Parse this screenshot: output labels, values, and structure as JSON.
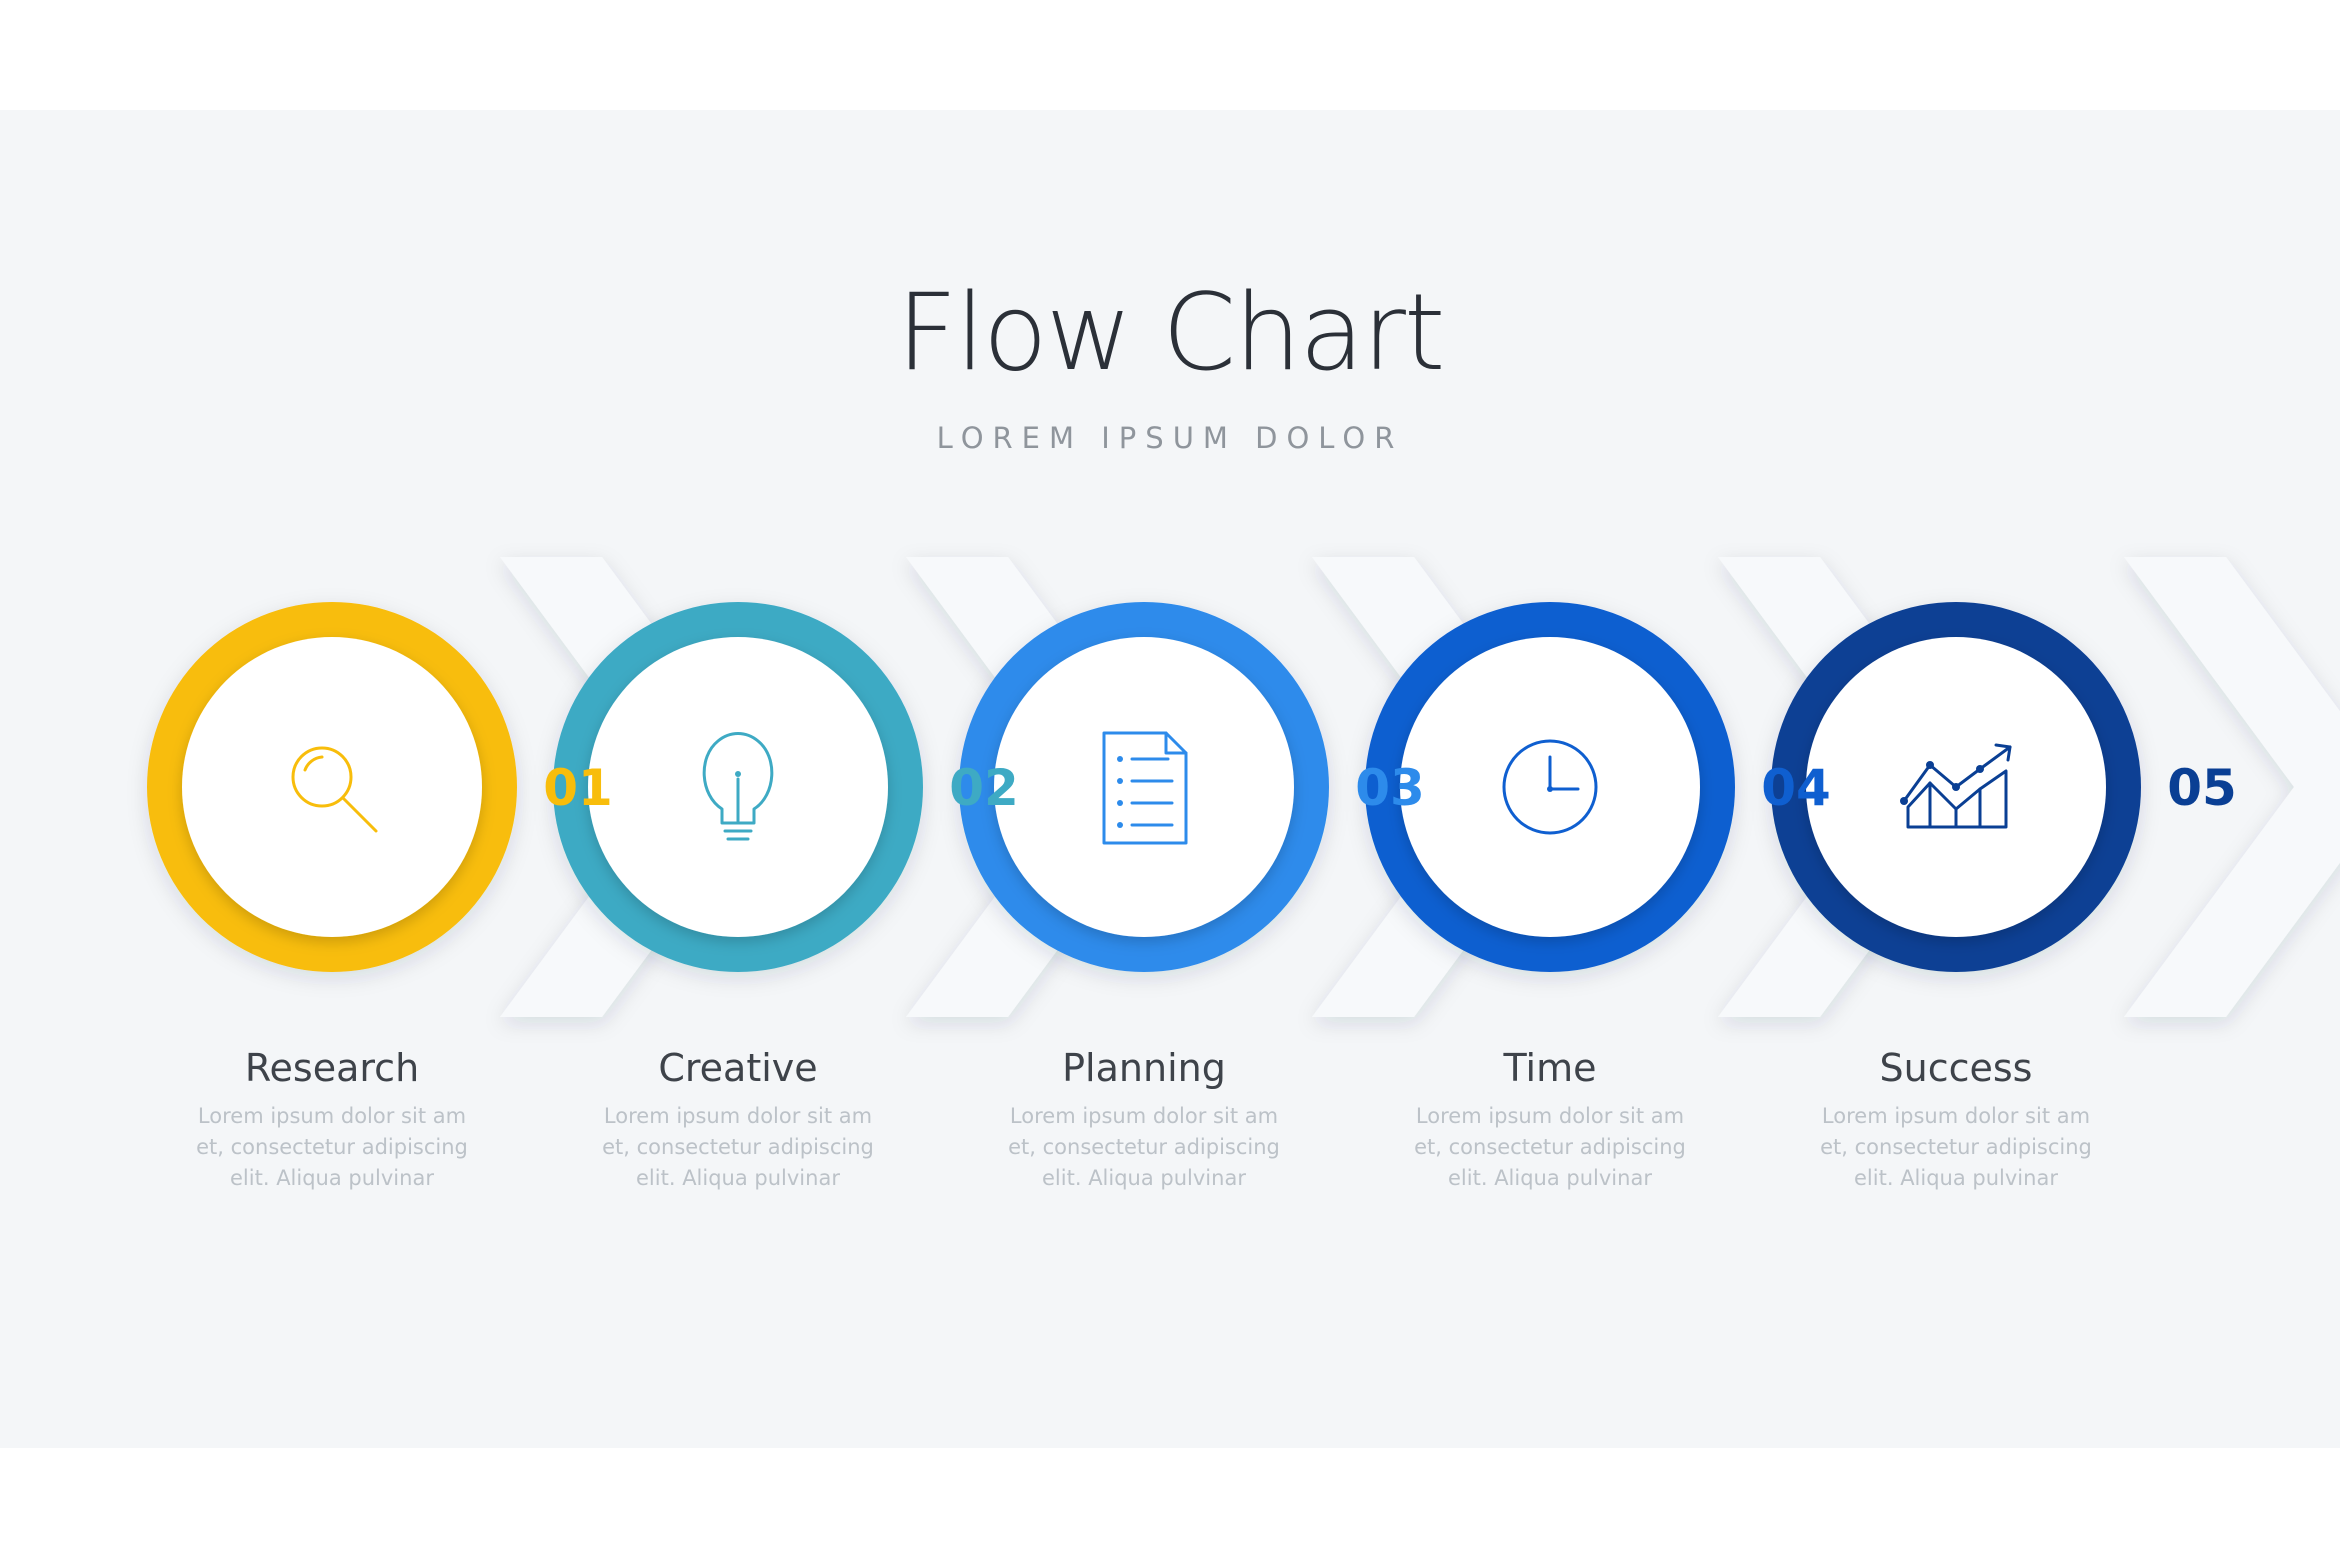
{
  "title": "Flow Chart",
  "subtitle": "LOREM IPSUM DOLOR",
  "steps": [
    {
      "label": "Research",
      "number": "01",
      "icon": "search-icon",
      "color": "#f8bd0b",
      "description": [
        "Lorem ipsum dolor sit am",
        "et, consectetur adipiscing",
        "elit. Aliqua pulvinar"
      ]
    },
    {
      "label": "Creative",
      "number": "02",
      "icon": "lightbulb-icon",
      "color": "#3eaac4",
      "description": [
        "Lorem ipsum dolor sit am",
        "et, consectetur adipiscing",
        "elit. Aliqua pulvinar"
      ]
    },
    {
      "label": "Planning",
      "number": "03",
      "icon": "document-list-icon",
      "color": "#2d8beb",
      "description": [
        "Lorem ipsum dolor sit am",
        "et, consectetur adipiscing",
        "elit. Aliqua pulvinar"
      ]
    },
    {
      "label": "Time",
      "number": "04",
      "icon": "clock-icon",
      "color": "#0f5fd0",
      "description": [
        "Lorem ipsum dolor sit am",
        "et, consectetur adipiscing",
        "elit. Aliqua pulvinar"
      ]
    },
    {
      "label": "Success",
      "number": "05",
      "icon": "growth-chart-icon",
      "color": "#0a3f94",
      "description": [
        "Lorem ipsum dolor sit am",
        "et, consectetur adipiscing",
        "elit. Aliqua pulvinar"
      ]
    }
  ]
}
